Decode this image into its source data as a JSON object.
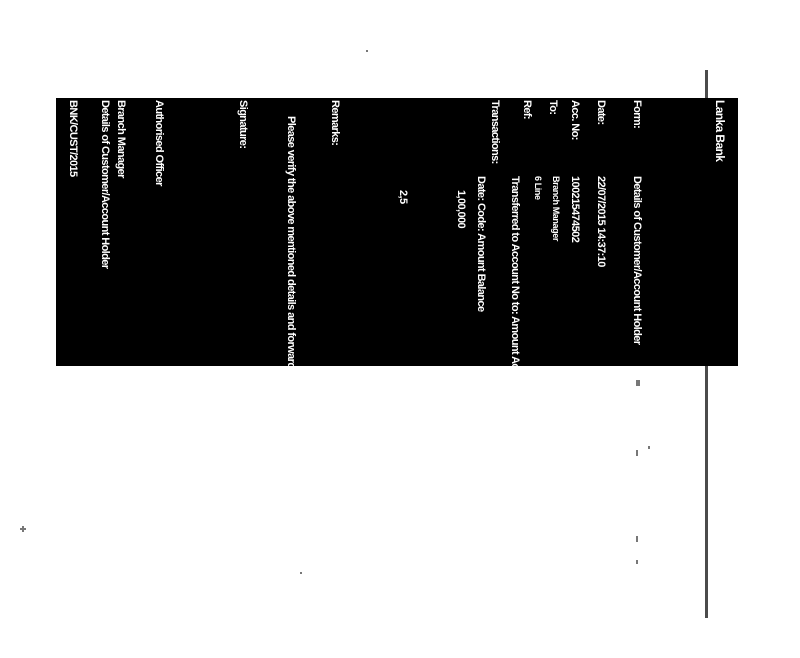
{
  "header": {
    "title": "Lanka Bank"
  },
  "fields": [
    {
      "key": "Form:",
      "value": "Details of Customer/Account Holder"
    },
    {
      "key": "Date:",
      "value": "22/07/2015 14:37:10"
    },
    {
      "key": "Acc. No:",
      "value": "100215474502"
    },
    {
      "key": "To:",
      "value": "Branch Manager"
    },
    {
      "key": "Ref:",
      "value": "6 Line"
    }
  ],
  "transaction": {
    "label": "Transactions:",
    "row1": "Transferred to Account No   to:  Amount   Account number",
    "row2": "Date:   Code:   Amount   Balance",
    "row3": "1,00,000",
    "row4": "2,5"
  },
  "remarks": {
    "label": "Remarks:",
    "text": "Please verify the above mentioned details and forward the same to the concerned department for further processing."
  },
  "signature_label": "Signature:",
  "authorised_label": "Authorised Officer",
  "footer": {
    "line1": "Branch Manager",
    "line2": "Details of Customer/Account Holder",
    "code": "BNK/CUST/2015"
  }
}
